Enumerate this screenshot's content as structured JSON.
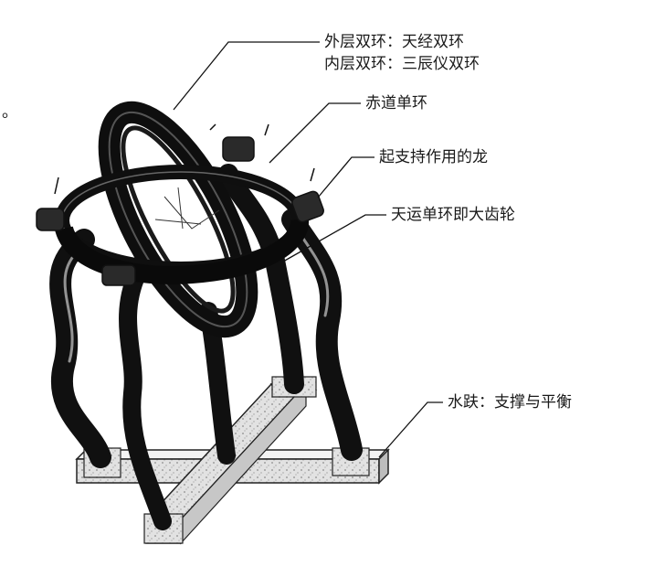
{
  "stray_mark": "。",
  "labels": {
    "outer_ring": "外层双环：天经双环",
    "inner_ring": "内层双环：三辰仪双环",
    "equator_ring": "赤道单环",
    "dragon": "起支持作用的龙",
    "gear_ring": "天运单环即大齿轮",
    "water_trough": "水趺：支撑与平衡"
  }
}
